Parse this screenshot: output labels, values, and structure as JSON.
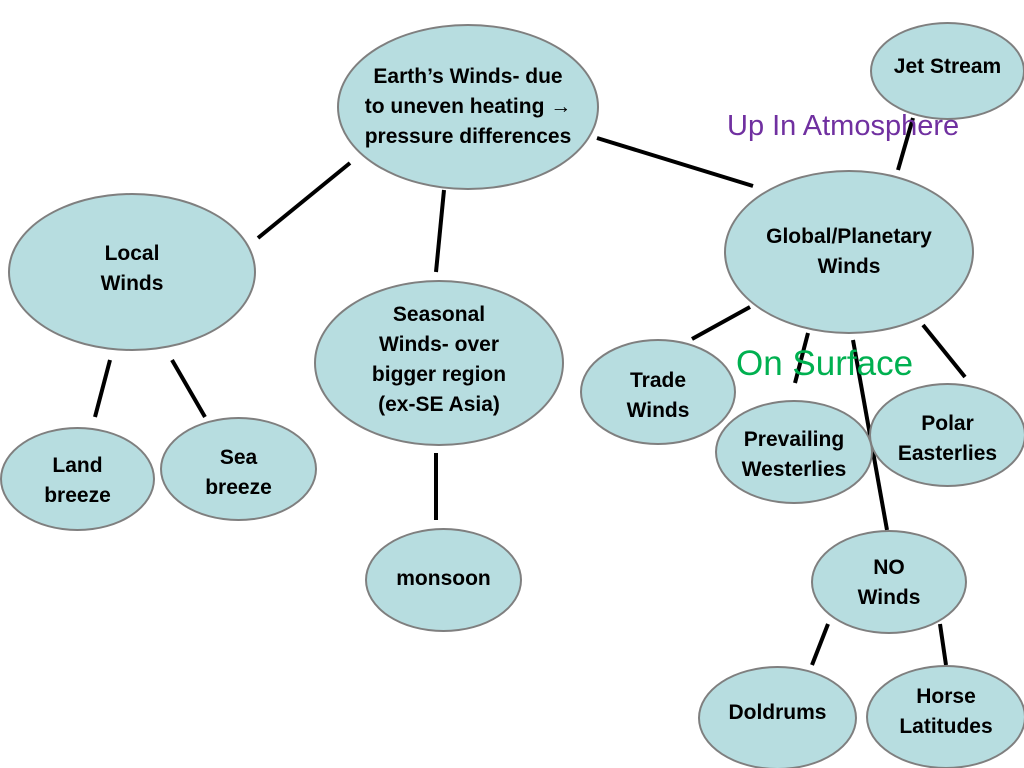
{
  "nodes": {
    "root": "Earth’s Winds- due\nto uneven heating →\npressure differences",
    "local": "Local\nWinds",
    "seasonal": "Seasonal\nWinds- over\nbigger region\n(ex-SE Asia)",
    "global": "Global/Planetary\nWinds",
    "jet": "Jet Stream",
    "land": "Land\nbreeze",
    "sea": "Sea\nbreeze",
    "monsoon": "monsoon",
    "trade": "Trade\nWinds",
    "westerlies": "Prevailing\nWesterlies",
    "polar": "Polar\nEasterlies",
    "nowinds": "NO\nWinds",
    "doldrums": "Doldrums",
    "horse": "Horse\nLatitudes"
  },
  "labels": {
    "up": "Up In Atmosphere",
    "surface": "On Surface"
  },
  "colors": {
    "node_fill": "#b7dde0",
    "node_border": "#7f7f7f",
    "up_label": "#7030a0",
    "surface_label": "#00b050"
  }
}
